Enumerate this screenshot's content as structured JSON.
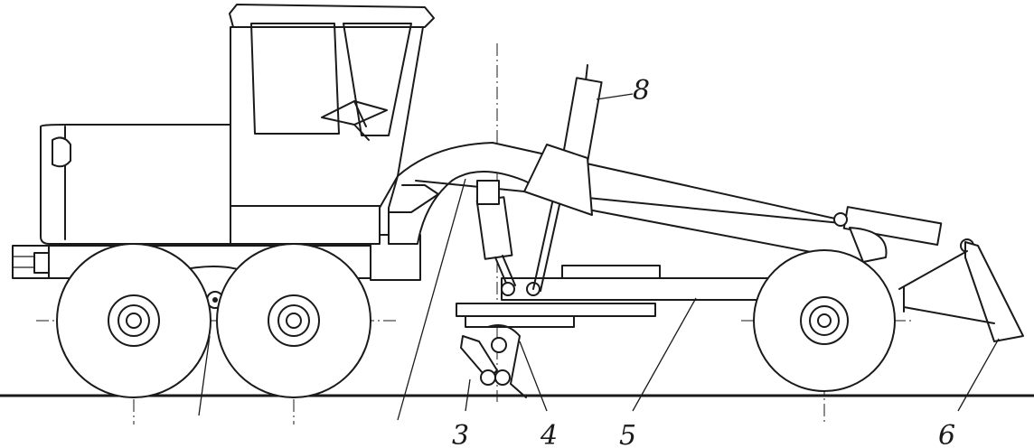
{
  "labels": {
    "l3": "3",
    "l4": "4",
    "l5": "5",
    "l6": "6",
    "l8": "8"
  },
  "colors": {
    "ink": "#1a1a1a",
    "paper": "#ffffff"
  }
}
